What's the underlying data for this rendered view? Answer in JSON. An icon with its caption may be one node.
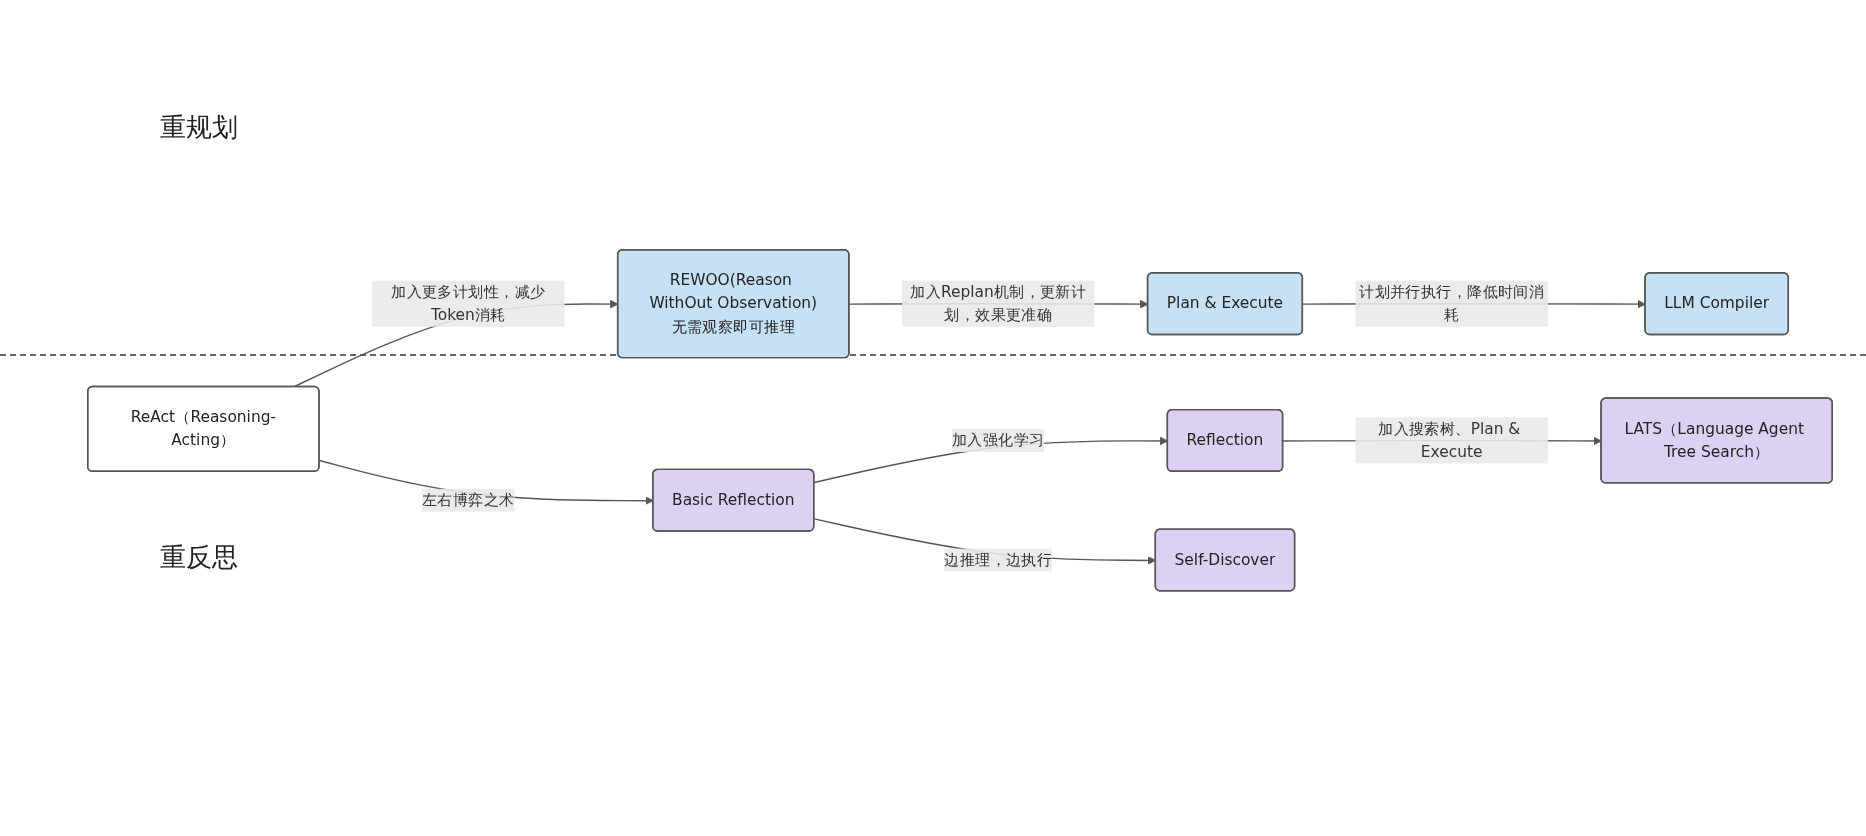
{
  "diagram": {
    "nodes": [
      {
        "text": [
          "ReAct（Reasoning-Acting）"
        ]
      },
      {
        "text": [
          "REWOO(Reason WithOut Observation)",
          "无需观察即可推理"
        ]
      },
      {
        "text": [
          "Plan & Execute"
        ]
      },
      {
        "text": [
          "LLM Compiler"
        ]
      },
      {
        "text": [
          "Basic Reflection"
        ]
      },
      {
        "text": [
          "Reflection"
        ]
      },
      {
        "text": [
          "LATS（Language Agent Tree Search）"
        ]
      },
      {
        "text": [
          "Self-Discover"
        ]
      }
    ],
    "edges": [
      {
        "from": 0,
        "to": 1,
        "arrow": "to",
        "label": "加入更多计划性，减少Token消耗"
      },
      {
        "from": 1,
        "to": 2,
        "arrow": "to",
        "label": "加入Replan机制，更新计划，效果更准确"
      },
      {
        "from": 2,
        "to": 3,
        "arrow": "to",
        "label": "计划并行执行，降低时间消耗"
      },
      {
        "from": 0,
        "to": 4,
        "arrow": "to",
        "label": "左右博弈之术"
      },
      {
        "from": 4,
        "to": 5,
        "arrow": "to",
        "label": "加入强化学习"
      },
      {
        "from": 5,
        "to": 6,
        "arrow": "to",
        "label": "加入搜索树、Plan & Execute"
      },
      {
        "from": 4,
        "to": 7,
        "arrow": "to",
        "label": "边推理，边执行"
      }
    ],
    "labels": [
      "重规划",
      "重反思"
    ]
  }
}
